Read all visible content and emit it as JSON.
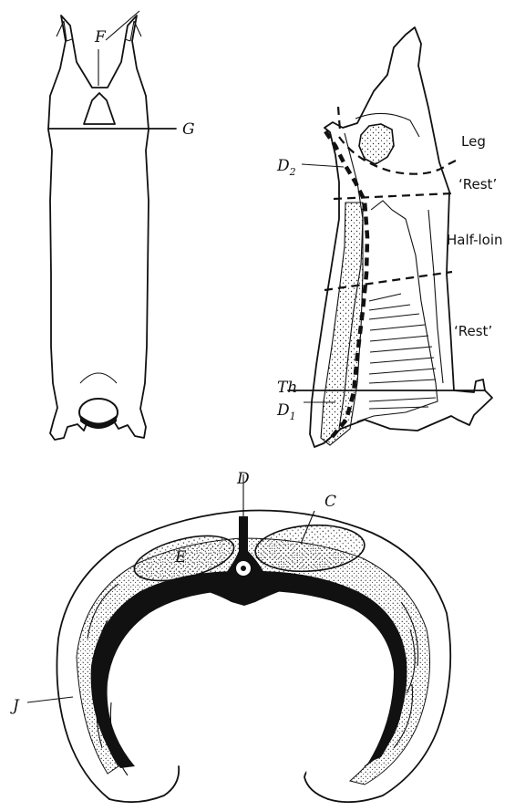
{
  "figure": {
    "carcass_front": {
      "labels": {
        "f": "F",
        "g": "G"
      }
    },
    "carcass_side": {
      "labels": {
        "leg": "Leg",
        "rest_upper": "‘Rest’",
        "half_loin": "Half-loin",
        "rest_lower": "‘Rest’",
        "th": "Th",
        "d2_main": "D",
        "d2_sub": "2",
        "d1_main": "D",
        "d1_sub": "1"
      }
    },
    "cross_section": {
      "labels": {
        "d": "D",
        "c": "C",
        "e": "E",
        "j": "J"
      }
    }
  }
}
